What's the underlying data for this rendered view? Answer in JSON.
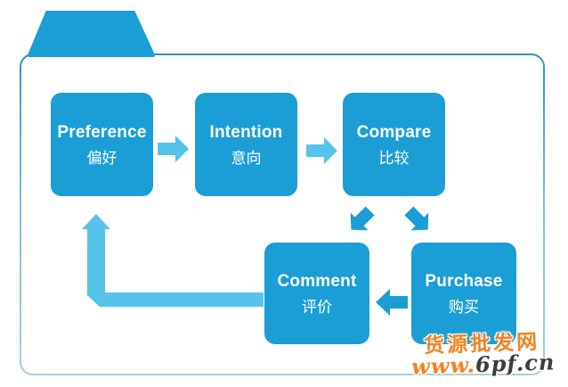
{
  "diagram": {
    "nodes": [
      {
        "en": "Preference",
        "zh": "偏好"
      },
      {
        "en": "Intention",
        "zh": "意向"
      },
      {
        "en": "Compare",
        "zh": "比较"
      },
      {
        "en": "Comment",
        "zh": "评价"
      },
      {
        "en": "Purchase",
        "zh": "购买"
      }
    ],
    "flow": [
      "Preference -> Intention",
      "Intention -> Compare",
      "Compare -> Comment",
      "Compare -> Purchase",
      "Purchase -> Comment",
      "Comment -> Preference"
    ],
    "colors": {
      "node_fill": "#1B9ED5",
      "arrow_light": "#55C3EA",
      "arrow_dark": "#1B9ED5",
      "folder_border_top": "#2E93BF",
      "folder_border_bottom": "#A9CBE2",
      "watermark_orange": "#F58220",
      "watermark_dark": "#3d3d3d"
    }
  },
  "watermark": {
    "line1": "货源批发网",
    "line2_prefix": "www.",
    "line2_domain": "6pf.cn"
  }
}
